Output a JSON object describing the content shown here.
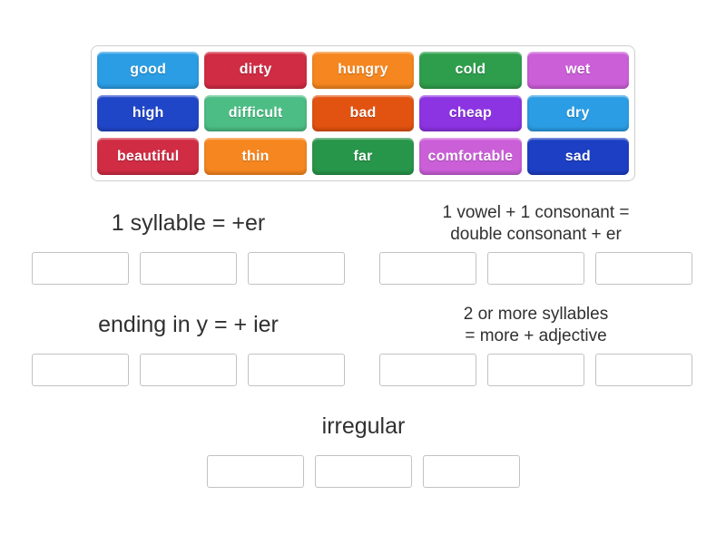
{
  "word_bank": {
    "tiles": [
      {
        "label": "good",
        "color": "#2b9de4"
      },
      {
        "label": "dirty",
        "color": "#d02c44"
      },
      {
        "label": "hungry",
        "color": "#f6861f"
      },
      {
        "label": "cold",
        "color": "#2f9e4c"
      },
      {
        "label": "wet",
        "color": "#cb5fd8"
      },
      {
        "label": "high",
        "color": "#2046c8"
      },
      {
        "label": "difficult",
        "color": "#4cbd84"
      },
      {
        "label": "bad",
        "color": "#e25210"
      },
      {
        "label": "cheap",
        "color": "#8c33e2"
      },
      {
        "label": "dry",
        "color": "#2b9de4"
      },
      {
        "label": "beautiful",
        "color": "#d02c44"
      },
      {
        "label": "thin",
        "color": "#f6861f"
      },
      {
        "label": "far",
        "color": "#27954a"
      },
      {
        "label": "comfortable",
        "color": "#cb5fd8"
      },
      {
        "label": "sad",
        "color": "#1d3fc4"
      }
    ]
  },
  "groups": [
    {
      "title": "1 syllable = +er",
      "slot_count": 3
    },
    {
      "title": "1 vowel + 1 consonant =\ndouble consonant + er",
      "slot_count": 3
    },
    {
      "title": "ending in y = + ier",
      "slot_count": 3
    },
    {
      "title": "2 or more syllables\n= more + adjective",
      "slot_count": 3
    },
    {
      "title": "irregular",
      "slot_count": 3
    }
  ],
  "colors": {
    "page_background": "#ffffff",
    "bank_border": "#cfcfcf",
    "slot_border": "#c2c2c2",
    "heading_text": "#303030",
    "tile_text": "#ffffff"
  }
}
